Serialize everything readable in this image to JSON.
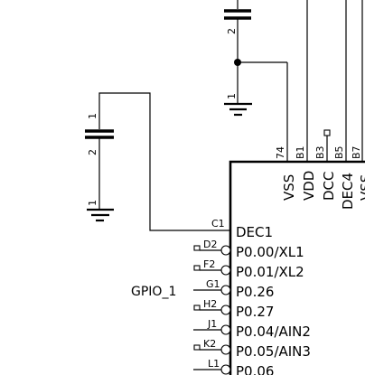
{
  "capacitor_pin_numbers": {
    "top_cap": [
      "2",
      "1"
    ],
    "left_cap": [
      "1",
      "2",
      "1"
    ]
  },
  "top_pin_numbers": [
    "74",
    "B1",
    "B3",
    "B5",
    "B7"
  ],
  "top_pin_labels": [
    "VSS",
    "VDD",
    "DCC",
    "DEC4",
    "VSS"
  ],
  "left_pins": [
    {
      "num": "C1",
      "label": "DEC1"
    },
    {
      "num": "D2",
      "label": "P0.00/XL1"
    },
    {
      "num": "F2",
      "label": "P0.01/XL2"
    },
    {
      "num": "G1",
      "label": "P0.26"
    },
    {
      "num": "H2",
      "label": "P0.27"
    },
    {
      "num": "J1",
      "label": "P0.04/AIN2"
    },
    {
      "num": "K2",
      "label": "P0.05/AIN3"
    },
    {
      "num": "L1",
      "label": "P0.06"
    }
  ],
  "net_label": "GPIO_1"
}
